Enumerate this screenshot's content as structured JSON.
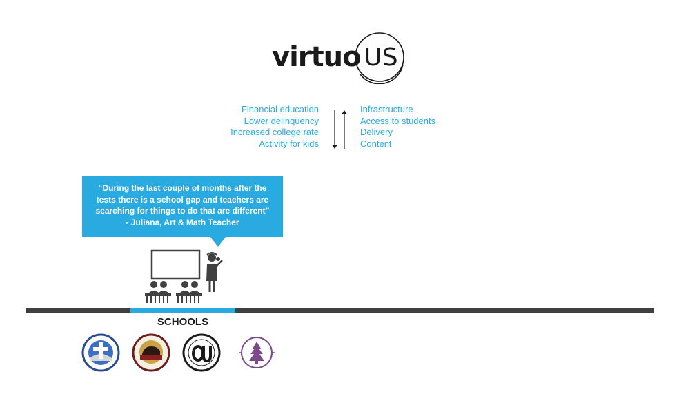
{
  "logo": {
    "brand_text": "virtuo",
    "coin_text": "US"
  },
  "exchange": {
    "left_items": [
      "Financial education",
      "Lower delinquency",
      "Increased college rate",
      "Activity for kids"
    ],
    "right_items": [
      "Infrastructure",
      "Access to students",
      "Delivery",
      "Content"
    ]
  },
  "quote": {
    "lines": [
      "“During the last couple of months after the",
      "tests there is a school gap and teachers are",
      "searching for things to do that are different”",
      "- Juliana, Art & Math Teacher"
    ]
  },
  "timeline": {
    "section_label": "SCHOOLS"
  },
  "colors": {
    "accent": "#29abe2",
    "dark": "#404040",
    "text": "#1a1a1a"
  },
  "icons": [
    "double-arrow-icon",
    "classroom-icon",
    "school-logo-icon"
  ]
}
